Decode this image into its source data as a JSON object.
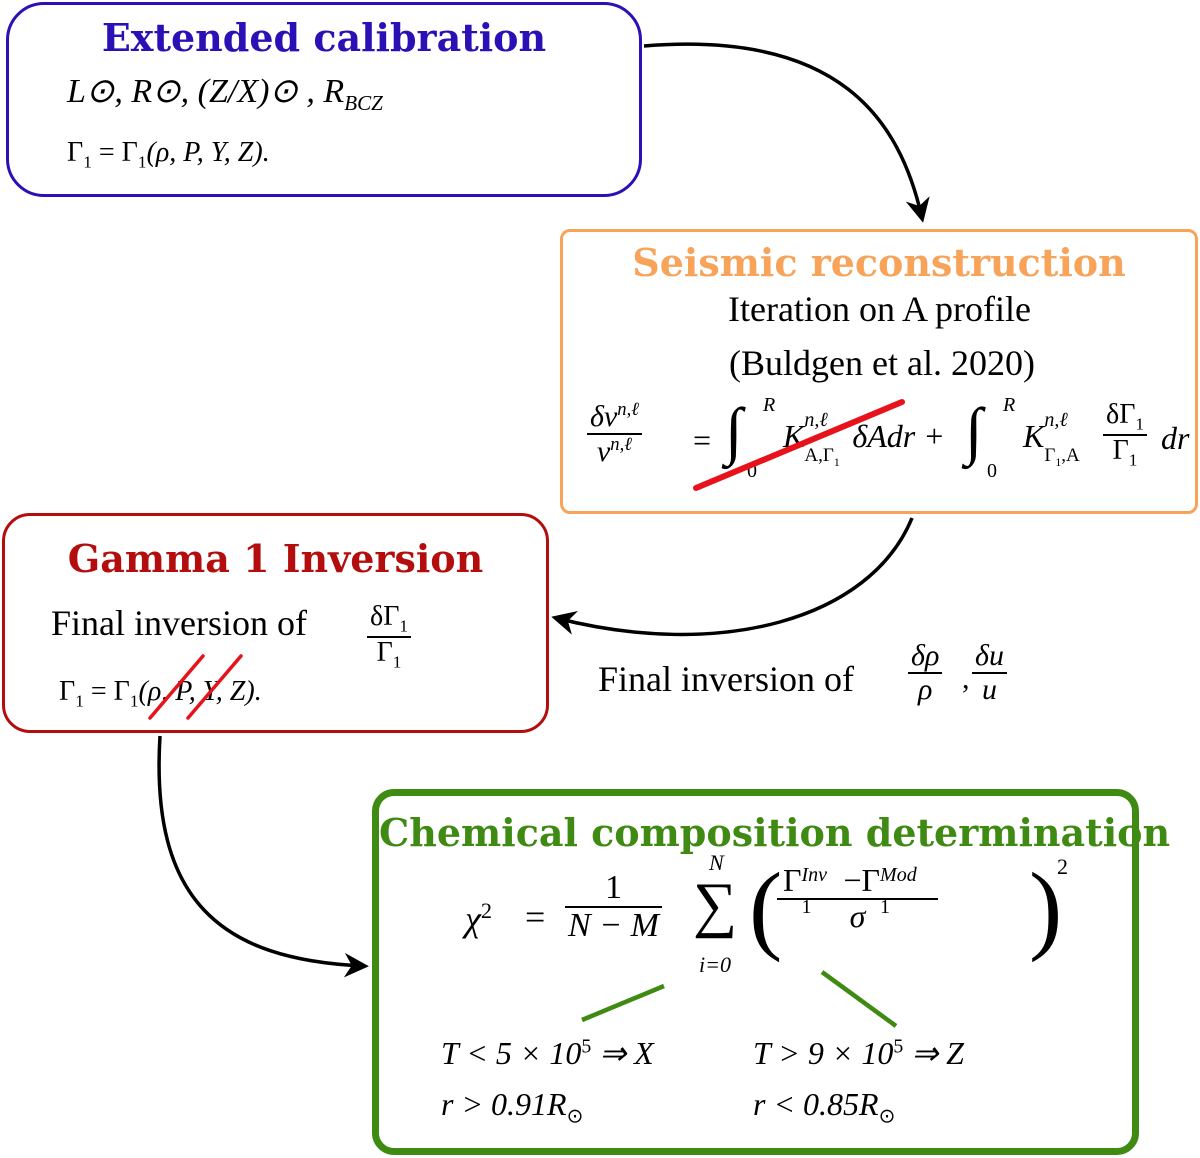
{
  "boxes": {
    "calibration": {
      "title": "Extended calibration",
      "color": "#2b11b5",
      "line1": "L⊙, R⊙, (Z/X)⊙ , R",
      "line1_sub": "BCZ",
      "line2": "Γ",
      "line2_rest": " = Γ",
      "line2_args": "(ρ, P, Y, Z)."
    },
    "seismic": {
      "title": "Seismic reconstruction",
      "color": "#f7a45a",
      "line1": "Iteration on A profile",
      "line2": "(Buldgen et al. 2020)",
      "eq_num": "δν",
      "eq_num_sup": "n,ℓ",
      "eq_den": "ν",
      "eq_den_sup": "n,ℓ",
      "eq_eq": "=",
      "int1": "∫",
      "int_lower": "0",
      "int_upper": "R",
      "k1": "K",
      "k1_sup": "n,ℓ",
      "k1_sub": "A,Γ",
      "k1_sub2": "1",
      "k1_rest": "δAdr +",
      "k2": "K",
      "k2_sup": "n,ℓ",
      "k2_sub": "Γ",
      "k2_sub2": "1",
      "k2_sub3": ",A",
      "frac2_num": "δΓ",
      "frac2_den": "Γ",
      "frac_sub": "1",
      "dr": "dr"
    },
    "gamma": {
      "title": "Gamma 1 Inversion",
      "color": "#b30d0d",
      "line1": "Final inversion of",
      "frac_num": "δΓ",
      "frac_den": "Γ",
      "frac_sub": "1",
      "line2": "Γ",
      "line2_rest": " = Γ",
      "line2_args": "(ρ, P, Y, Z)."
    },
    "chemical": {
      "title": "Chemical composition determination",
      "color": "#3f8a13",
      "chi": "χ",
      "chi_sup": "2",
      "eq": "=",
      "frac_num": "1",
      "frac_den": "N − M",
      "sum": "∑",
      "sum_top": "N",
      "sum_bot": "i=0",
      "paren_num": "Γ",
      "inv": "Inv",
      "mod": "Mod",
      "minus": "−",
      "one": "1",
      "sigma": "σ",
      "power": "2",
      "cond1a": "T < 5 × 10",
      "cond1a_sup": "5",
      "cond1a_rest": " ⇒ X",
      "cond1b": "r > 0.91R",
      "cond2a": "T > 9 × 10",
      "cond2a_sup": "5",
      "cond2a_rest": " ⇒ Z",
      "cond2b": "r < 0.85R"
    }
  },
  "between": {
    "label": "Final inversion of",
    "f1_num": "δρ",
    "f1_den": "ρ",
    "comma": ",",
    "f2_num": "δu",
    "f2_den": "u"
  },
  "colors": {
    "strike": "#e8121b",
    "arrow": "#000000",
    "green_line": "#3f8a13"
  }
}
